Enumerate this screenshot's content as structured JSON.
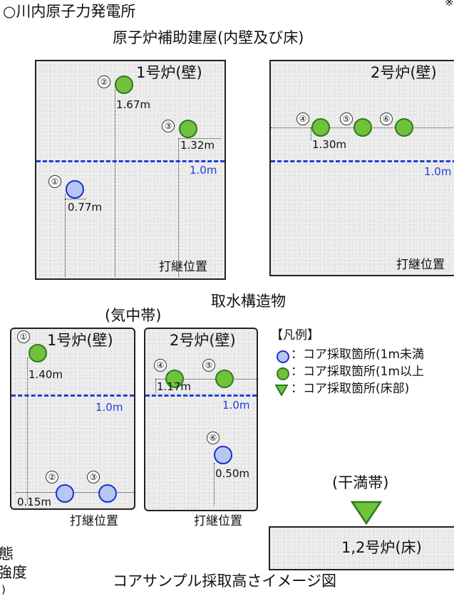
{
  "page_title": "○川内原子力発電所",
  "top_right_mark": "※",
  "aux_building": {
    "title": "原子炉補助建屋(内壁及び床)",
    "unit1": {
      "label": "1号炉(壁)",
      "points": [
        {
          "no": "②",
          "height": "1.67m",
          "type": "over_1m"
        },
        {
          "no": "③",
          "height": "1.32m",
          "type": "over_1m"
        },
        {
          "no": "①",
          "height": "0.77m",
          "type": "under_1m"
        }
      ],
      "ref_line": "1.0m",
      "joint": "打継位置"
    },
    "unit2": {
      "label": "2号炉(壁)",
      "points": [
        {
          "no": "④",
          "type": "over_1m"
        },
        {
          "no": "⑤",
          "type": "over_1m"
        },
        {
          "no": "⑥",
          "type": "over_1m"
        }
      ],
      "height": "1.30m",
      "ref_line": "1.0m",
      "joint": "打継位置"
    }
  },
  "intake": {
    "title": "取水構造物",
    "zone_air": "(気中帯)",
    "unit1": {
      "label": "1号炉(壁)",
      "points": [
        {
          "no": "①",
          "height": "1.40m",
          "type": "over_1m"
        },
        {
          "no": "②",
          "type": "under_1m"
        },
        {
          "no": "③",
          "type": "under_1m"
        }
      ],
      "low_height": "0.15m",
      "ref_line": "1.0m",
      "joint": "打継位置"
    },
    "unit2": {
      "label": "2号炉(壁)",
      "points": [
        {
          "no": "④",
          "type": "over_1m"
        },
        {
          "no": "⑤",
          "type": "over_1m"
        },
        {
          "no": "⑥",
          "height": "0.50m",
          "type": "under_1m"
        }
      ],
      "height": "1.17m",
      "ref_line": "1.0m",
      "joint": "打継位置"
    },
    "zone_tidal": "(干満帯)",
    "floor_label": "1,2号炉(床)"
  },
  "legend": {
    "title": "【凡例】",
    "items": [
      {
        "text": "：コア採取箇所(1m未満",
        "marker": "blue-circle",
        "color": "#1730d0"
      },
      {
        "text": "：コア採取箇所(1m以上",
        "marker": "green-circle",
        "color": "#2f7a20"
      },
      {
        "text": "：コア採取箇所(床部)",
        "marker": "green-triangle",
        "color": "#2f7a20"
      }
    ]
  },
  "left_fragments": {
    "line1": "態",
    "line2": "強度",
    "line3": ")"
  },
  "caption": "コアサンプル採取高さイメージ図"
}
